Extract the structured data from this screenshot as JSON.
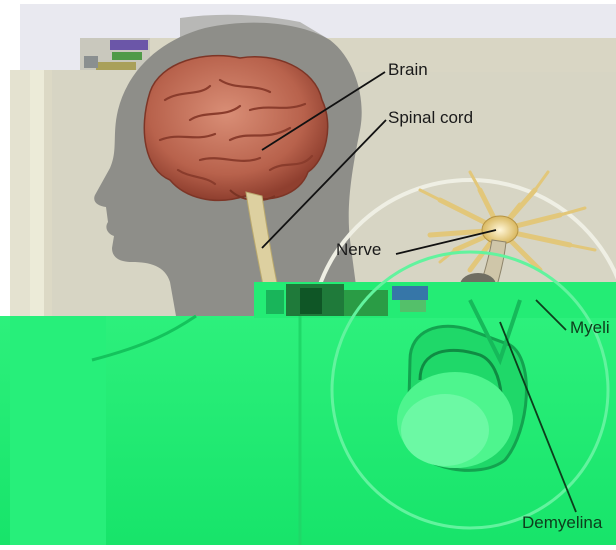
{
  "labels": {
    "brain": "Brain",
    "spinal_cord": "Spinal cord",
    "nerve": "Nerve",
    "myelin": "Myeli",
    "demyelination": "Demyelina"
  },
  "colors": {
    "background_top": "#e9e9f0",
    "panel_beige": "#d7d5c4",
    "head_silhouette": "#8e8e89",
    "brain": "#c06b55",
    "spinal_cord": "#ddd0a0",
    "nerve_cell": "#e2c77a",
    "glitch_green": "#22ec74",
    "leader_line": "#111111"
  }
}
